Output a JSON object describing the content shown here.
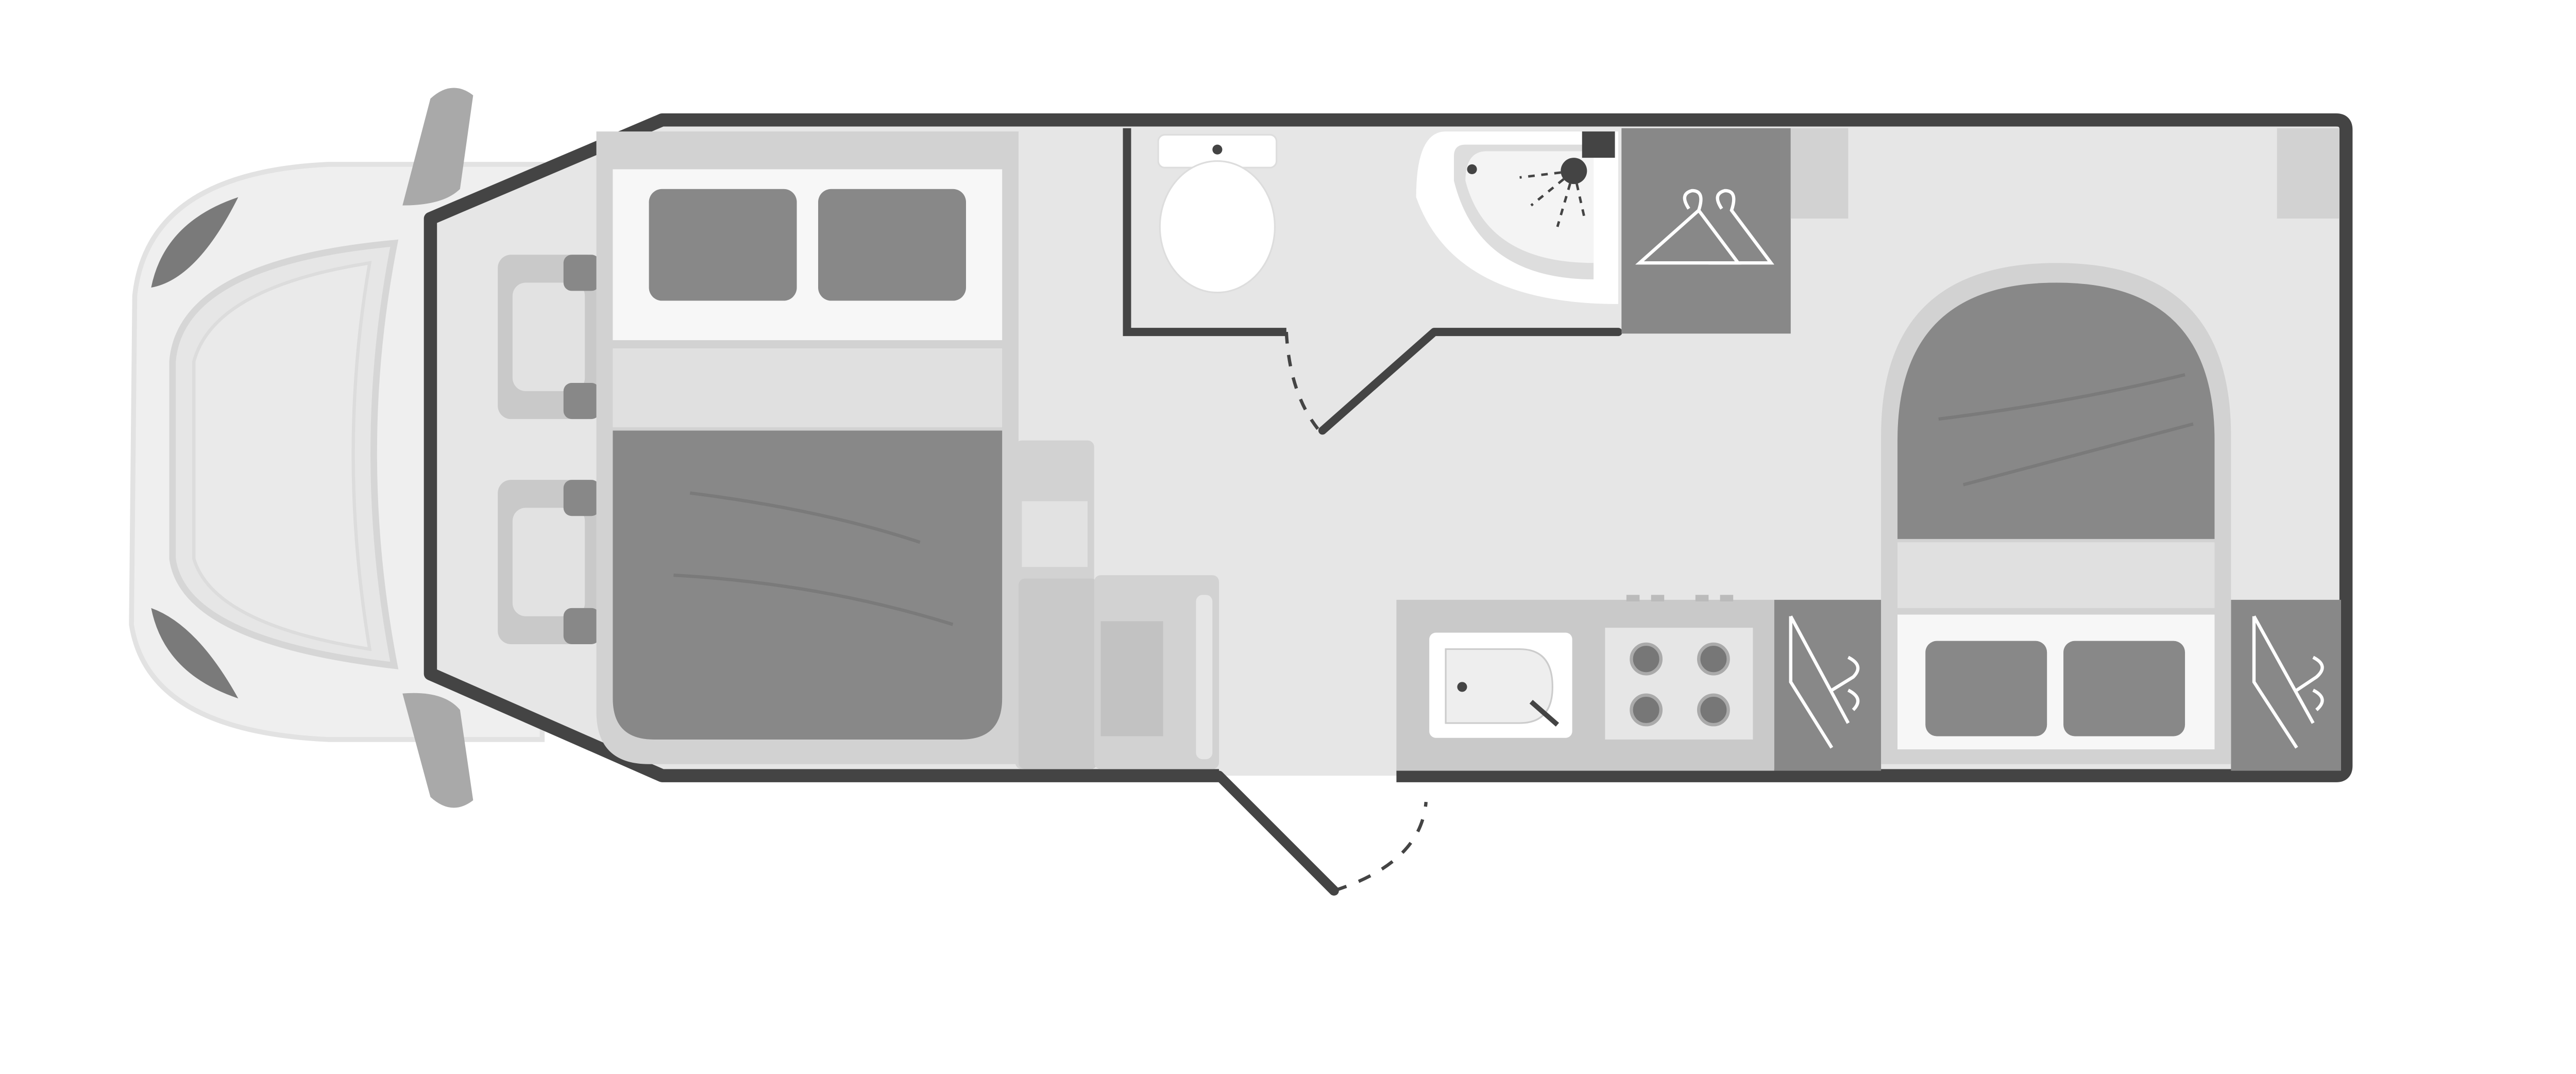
{
  "diagram": {
    "type": "motorhome-floor-plan",
    "colors": {
      "background": "#ffffff",
      "floor": "#e6e6e6",
      "wall": "#444444",
      "furniture_light": "#d2d2d2",
      "furniture_dark": "#888888",
      "bedding_white": "#f7f7f7",
      "cab": "#efefef"
    },
    "areas": [
      "cab",
      "front-bed",
      "seating",
      "washroom",
      "shower",
      "wardrobe",
      "kitchen",
      "rear-bed"
    ]
  }
}
